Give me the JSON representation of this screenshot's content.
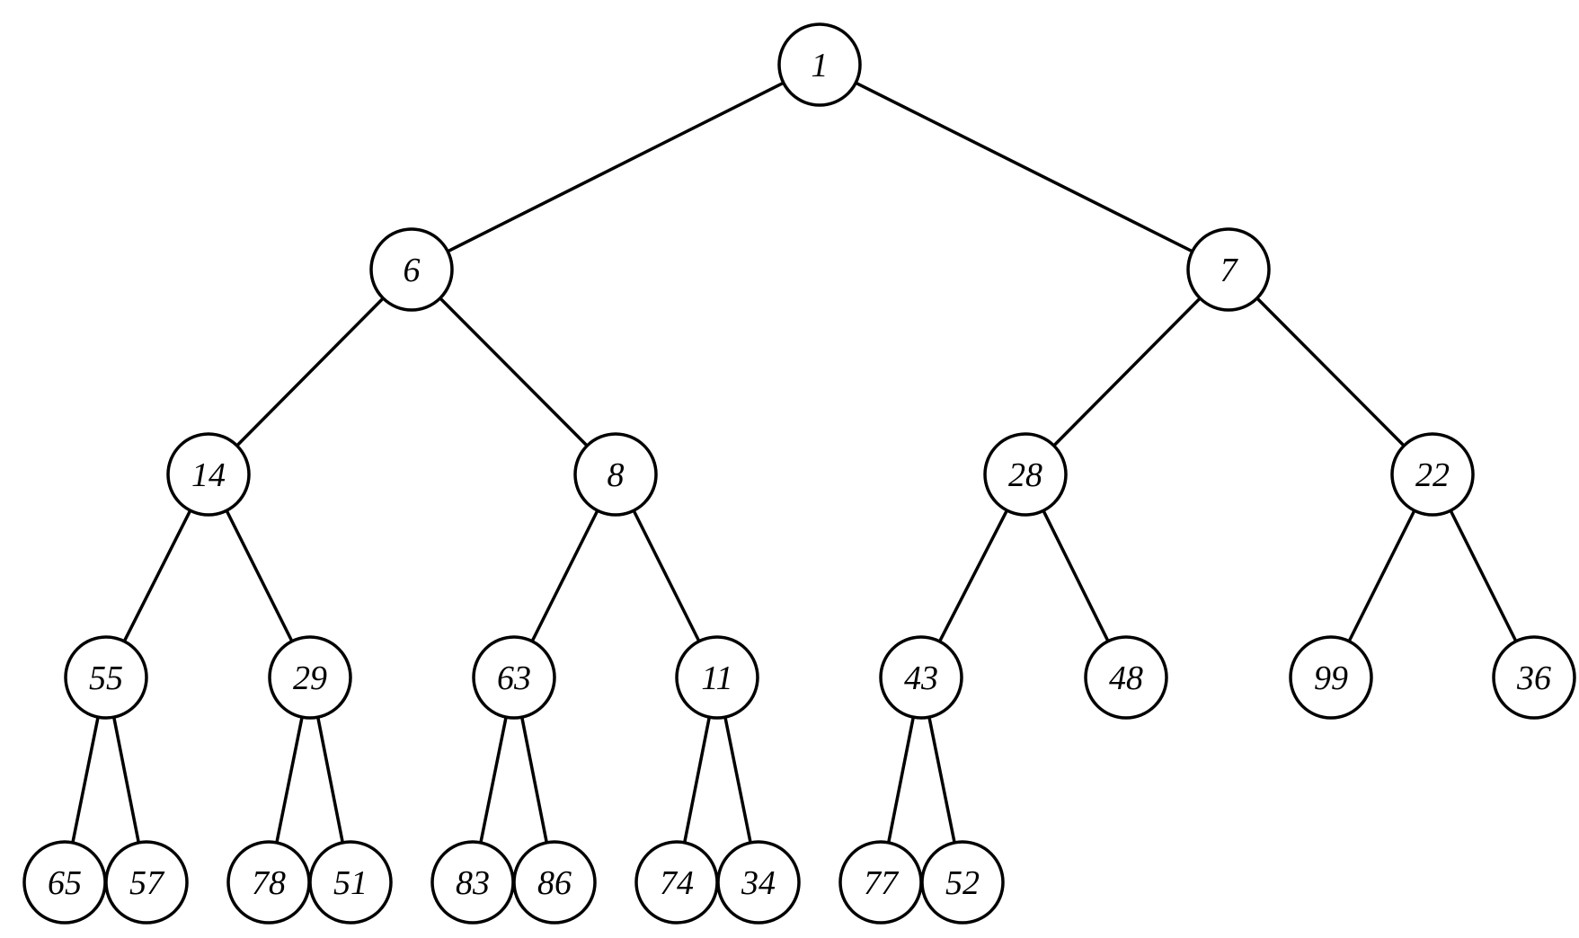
{
  "tree": {
    "type": "binary-heap",
    "levels": [
      [
        "1"
      ],
      [
        "6",
        "7"
      ],
      [
        "14",
        "8",
        "28",
        "22"
      ],
      [
        "55",
        "29",
        "63",
        "11",
        "43",
        "48",
        "99",
        "36"
      ],
      [
        "65",
        "57",
        "78",
        "51",
        "83",
        "86",
        "74",
        "34",
        "77",
        "52"
      ]
    ],
    "nodes": [
      {
        "id": "n1",
        "label": "1"
      },
      {
        "id": "n2",
        "label": "6"
      },
      {
        "id": "n3",
        "label": "7"
      },
      {
        "id": "n4",
        "label": "14"
      },
      {
        "id": "n5",
        "label": "8"
      },
      {
        "id": "n6",
        "label": "28"
      },
      {
        "id": "n7",
        "label": "22"
      },
      {
        "id": "n8",
        "label": "55"
      },
      {
        "id": "n9",
        "label": "29"
      },
      {
        "id": "n10",
        "label": "63"
      },
      {
        "id": "n11",
        "label": "11"
      },
      {
        "id": "n12",
        "label": "43"
      },
      {
        "id": "n13",
        "label": "48"
      },
      {
        "id": "n14",
        "label": "99"
      },
      {
        "id": "n15",
        "label": "36"
      },
      {
        "id": "n16",
        "label": "65"
      },
      {
        "id": "n17",
        "label": "57"
      },
      {
        "id": "n18",
        "label": "78"
      },
      {
        "id": "n19",
        "label": "51"
      },
      {
        "id": "n20",
        "label": "83"
      },
      {
        "id": "n21",
        "label": "86"
      },
      {
        "id": "n22",
        "label": "74"
      },
      {
        "id": "n23",
        "label": "34"
      },
      {
        "id": "n24",
        "label": "77"
      },
      {
        "id": "n25",
        "label": "52"
      }
    ],
    "edges": [
      [
        "n1",
        "n2"
      ],
      [
        "n1",
        "n3"
      ],
      [
        "n2",
        "n4"
      ],
      [
        "n2",
        "n5"
      ],
      [
        "n3",
        "n6"
      ],
      [
        "n3",
        "n7"
      ],
      [
        "n4",
        "n8"
      ],
      [
        "n4",
        "n9"
      ],
      [
        "n5",
        "n10"
      ],
      [
        "n5",
        "n11"
      ],
      [
        "n6",
        "n12"
      ],
      [
        "n6",
        "n13"
      ],
      [
        "n7",
        "n14"
      ],
      [
        "n7",
        "n15"
      ],
      [
        "n8",
        "n16"
      ],
      [
        "n8",
        "n17"
      ],
      [
        "n9",
        "n18"
      ],
      [
        "n9",
        "n19"
      ],
      [
        "n10",
        "n20"
      ],
      [
        "n10",
        "n21"
      ],
      [
        "n11",
        "n22"
      ],
      [
        "n11",
        "n23"
      ],
      [
        "n12",
        "n24"
      ],
      [
        "n12",
        "n25"
      ]
    ],
    "colors": {
      "stroke": "#000000",
      "fill": "#ffffff",
      "text": "#000000"
    }
  }
}
